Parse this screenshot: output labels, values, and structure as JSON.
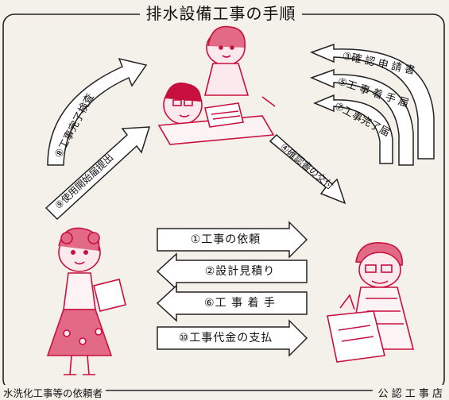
{
  "title": "排水設備工事の手順",
  "left_party": "水洗化工事等の依頼者",
  "right_party": "公 認 工 事 店",
  "steps": {
    "s1": "①工事の依頼",
    "s2": "②設計見積り",
    "s3": "③確 認 申 請 書",
    "s4": "④確認書の交付",
    "s5": "⑤工 事 着 手 届",
    "s6": "⑥工 事 着 手",
    "s7": "⑦工事完了届",
    "s8": "⑧工事完了検査",
    "s9": "⑨使用開始届提出"
  }
}
